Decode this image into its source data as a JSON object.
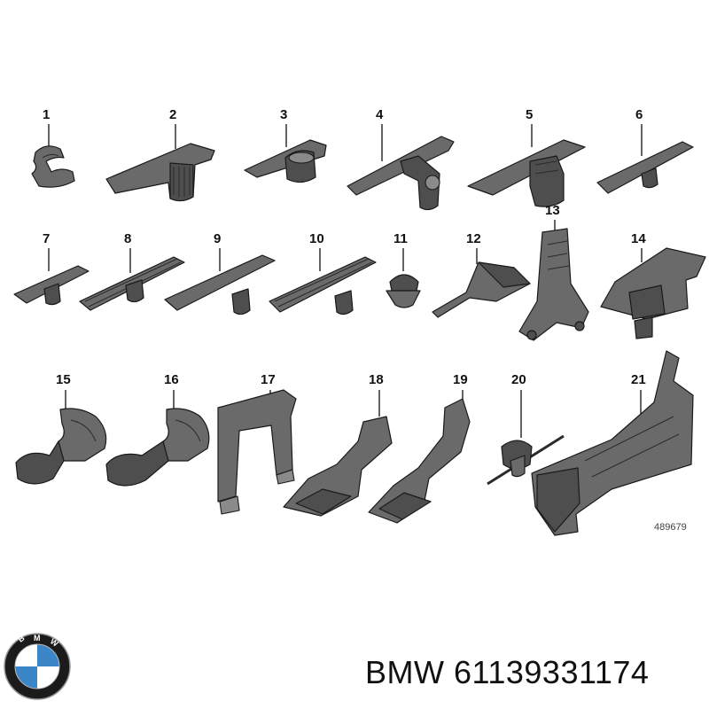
{
  "diagram": {
    "labels": [
      "1",
      "2",
      "3",
      "4",
      "5",
      "6",
      "7",
      "8",
      "9",
      "10",
      "11",
      "12",
      "13",
      "14",
      "15",
      "16",
      "17",
      "18",
      "19",
      "20",
      "21"
    ],
    "reference_number": "489679"
  },
  "logo": {
    "name": "bmw-roundel",
    "lettering": "BMW",
    "colors": {
      "ring": "#1b1b1b",
      "blue": "#3b86c6",
      "white": "#ffffff"
    }
  },
  "footer": {
    "brand": "BMW",
    "part_number": "61139331174"
  }
}
